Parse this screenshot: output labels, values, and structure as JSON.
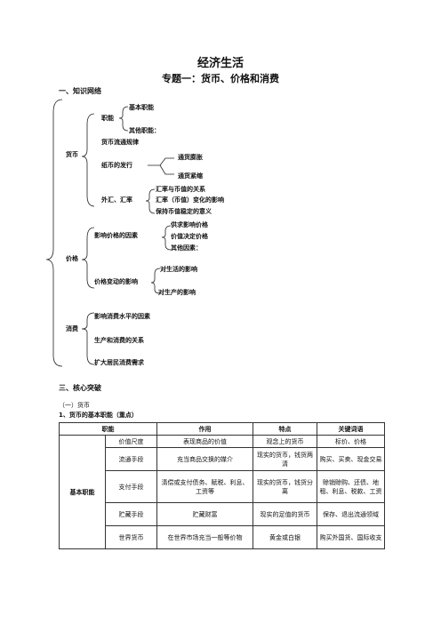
{
  "doc": {
    "title": "经济生活",
    "subtitle": "专题一：货币、价格和消费"
  },
  "section1": {
    "heading": "一、知识网络",
    "tree": {
      "huobi": "货币",
      "zhineng": "职能",
      "jiben_zhineng": "基本职能",
      "qita_zhineng": "其他职能：",
      "liutong_guilv": "货币流通规律",
      "zhibi_faxing": "纸币的发行",
      "tonghuo_pengzhang": "通货膨胀",
      "tonghuo_jinsuo": "通货紧缩",
      "waihui_huilv": "外汇、汇率",
      "huilv_1": "汇率与币值的关系",
      "huilv_2": "汇率（币值）变化的影响",
      "huilv_3": "保持币值稳定的意义",
      "jiage": "价格",
      "yingxiang_jiage": "影响价格的因素",
      "yinsu_1": "供求影响价格",
      "yinsu_2": "价值决定价格",
      "yinsu_3": "其他因素：",
      "jiage_biandong": "价格变动的影响",
      "biandong_1": "对生活的影响",
      "biandong_2": "对生产的影响",
      "xiaofei": "消费",
      "xiaofei_1": "影响消费水平的因素",
      "xiaofei_2": "生产和消费的关系",
      "xiaofei_3": "扩大居民消费需求"
    }
  },
  "section3": {
    "heading": "三、核心突破",
    "sub": "（一）货币",
    "item1": "1、货币的基本职能（重点）"
  },
  "table": {
    "headers": [
      "职能",
      "作用",
      "特点",
      "关键词语"
    ],
    "group_label": "基本职能",
    "rows": [
      {
        "name": "价值尺度",
        "role": "表现商品的价值",
        "trait": "观念上的货币",
        "keywords": "标价、价格"
      },
      {
        "name": "流通手段",
        "role": "充当商品交换的媒介",
        "trait": "现实的货币，钱货两清",
        "keywords": "购买、买卖、现金交易"
      },
      {
        "name": "支付手段",
        "role": "清偿或支付债务、赋税、利息、工资等",
        "trait": "现实的货币，钱货分离",
        "keywords": "赊销赊购、还债、地租、利息、税款、工资"
      },
      {
        "name": "贮藏手段",
        "role": "贮藏财富",
        "trait": "现实的足值的货币",
        "keywords": "保存、退出流通领域"
      },
      {
        "name": "世界货币",
        "role": "在世界市场充当一般等价物",
        "trait": "黄金或白银",
        "keywords": "购买外国货、国际收支"
      }
    ]
  }
}
